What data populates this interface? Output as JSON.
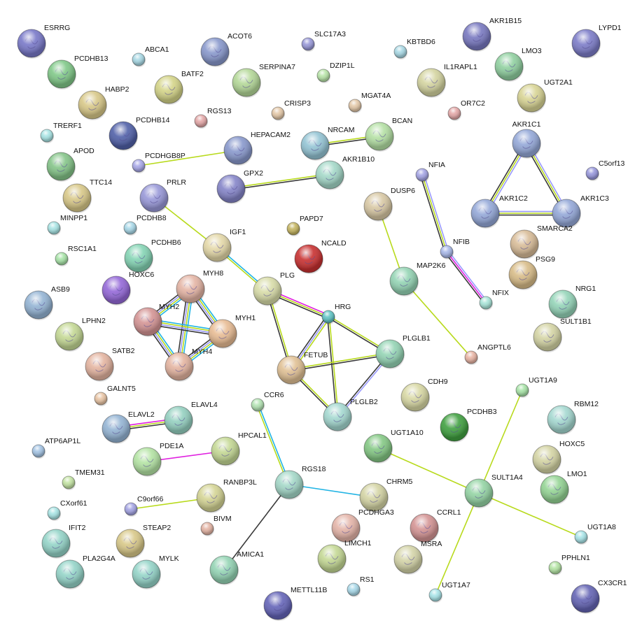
{
  "edge_colors": {
    "k": "#3a3a3a",
    "y": "#b8da1c",
    "c": "#22b4e4",
    "b": "#9a9aff",
    "m": "#e020e0"
  },
  "nodes": [
    {
      "name": "ESRRG",
      "color": "#7878c8"
    },
    {
      "name": "PCDHB13",
      "color": "#80c888"
    },
    {
      "name": "ABCA1",
      "color": "#a8d8e4"
    },
    {
      "name": "ACOT6",
      "color": "#8898cc"
    },
    {
      "name": "SLC17A3",
      "color": "#9898d8"
    },
    {
      "name": "KBTBD6",
      "color": "#a8d8e4"
    },
    {
      "name": "AKR1B15",
      "color": "#7878c0"
    },
    {
      "name": "LYPD1",
      "color": "#7c7cc8"
    },
    {
      "name": "BATF2",
      "color": "#d4d488"
    },
    {
      "name": "SERPINA7",
      "color": "#b4d898"
    },
    {
      "name": "DZIP1L",
      "color": "#b8e4a8"
    },
    {
      "name": "IL1RAPL1",
      "color": "#d4d4a0"
    },
    {
      "name": "LMO3",
      "color": "#90d0a0"
    },
    {
      "name": "UGT2A1",
      "color": "#d8d494"
    },
    {
      "name": "HABP2",
      "color": "#d8c888"
    },
    {
      "name": "RGS13",
      "color": "#e4a8a8"
    },
    {
      "name": "CRISP3",
      "color": "#e4c8a8"
    },
    {
      "name": "MGAT4A",
      "color": "#e4c8a8"
    },
    {
      "name": "OR7C2",
      "color": "#e4a8a8"
    },
    {
      "name": "TRERF1",
      "color": "#a8e4e4"
    },
    {
      "name": "PCDHB14",
      "color": "#5060a8"
    },
    {
      "name": "HEPACAM2",
      "color": "#8898cc"
    },
    {
      "name": "NRCAM",
      "color": "#94c4d4"
    },
    {
      "name": "BCAN",
      "color": "#b4e0a4"
    },
    {
      "name": "AKR1C1",
      "color": "#94a8d8"
    },
    {
      "name": "C5orf13",
      "color": "#9898dc"
    },
    {
      "name": "APOD",
      "color": "#84c488"
    },
    {
      "name": "PCDHGB8P",
      "color": "#a8a8e8"
    },
    {
      "name": "GPX2",
      "color": "#8484c8"
    },
    {
      "name": "AKR1B10",
      "color": "#a4d8c8"
    },
    {
      "name": "NFIA",
      "color": "#a4a4e4"
    },
    {
      "name": "TTC14",
      "color": "#d8c888"
    },
    {
      "name": "PRLR",
      "color": "#9898d8"
    },
    {
      "name": "DUSP6",
      "color": "#d8c8a4"
    },
    {
      "name": "AKR1C2",
      "color": "#94a8d8"
    },
    {
      "name": "AKR1C3",
      "color": "#94a8d8"
    },
    {
      "name": "MINPP1",
      "color": "#a8e4e4"
    },
    {
      "name": "PCDHB8",
      "color": "#a8d8e8"
    },
    {
      "name": "PAPD7",
      "color": "#c4b460"
    },
    {
      "name": "SMARCA2",
      "color": "#d8bc98"
    },
    {
      "name": "IGF1",
      "color": "#e4d8a8"
    },
    {
      "name": "NCALD",
      "color": "#c83030"
    },
    {
      "name": "NFIB",
      "color": "#a8b8e8"
    },
    {
      "name": "RSC1A1",
      "color": "#a8e4a8"
    },
    {
      "name": "PCDHB6",
      "color": "#84d4b4"
    },
    {
      "name": "PSG9",
      "color": "#d8bc88"
    },
    {
      "name": "MYH8",
      "color": "#e4b4a4"
    },
    {
      "name": "MAP2K6",
      "color": "#94d4b4"
    },
    {
      "name": "HOXC6",
      "color": "#9468d8"
    },
    {
      "name": "ASB9",
      "color": "#94b4d4"
    },
    {
      "name": "PLG",
      "color": "#d8dca8"
    },
    {
      "name": "NRG1",
      "color": "#94d4b8"
    },
    {
      "name": "NFIX",
      "color": "#a8e4d8"
    },
    {
      "name": "HRG",
      "color": "#60c4c4"
    },
    {
      "name": "MYH2",
      "color": "#d49494"
    },
    {
      "name": "MYH1",
      "color": "#e8bc94"
    },
    {
      "name": "LPHN2",
      "color": "#c4d894"
    },
    {
      "name": "SULT1B1",
      "color": "#d4d4a4"
    },
    {
      "name": "PLGLB1",
      "color": "#94d4b4"
    },
    {
      "name": "ANGPTL6",
      "color": "#e8b4a4"
    },
    {
      "name": "MYH4",
      "color": "#e4b4a0"
    },
    {
      "name": "SATB2",
      "color": "#e4b4a0"
    },
    {
      "name": "FETUB",
      "color": "#e0c094"
    },
    {
      "name": "GALNT5",
      "color": "#e8c4a4"
    },
    {
      "name": "CDH9",
      "color": "#d8d8a4"
    },
    {
      "name": "UGT1A9",
      "color": "#a8e4a8"
    },
    {
      "name": "CCR6",
      "color": "#b4e4b4"
    },
    {
      "name": "PLGLB2",
      "color": "#a4d8d0"
    },
    {
      "name": "ELAVL2",
      "color": "#94b4d4"
    },
    {
      "name": "ELAVL4",
      "color": "#94d0c0"
    },
    {
      "name": "RBM12",
      "color": "#a4d8d0"
    },
    {
      "name": "PCDHB3",
      "color": "#40a040"
    },
    {
      "name": "ATP6AP1L",
      "color": "#a4c4e4"
    },
    {
      "name": "UGT1A10",
      "color": "#84c884"
    },
    {
      "name": "HPCAL1",
      "color": "#c4d894"
    },
    {
      "name": "PDE1A",
      "color": "#b4e4a4"
    },
    {
      "name": "HOXC5",
      "color": "#d4d4a4"
    },
    {
      "name": "TMEM31",
      "color": "#c4e4a4"
    },
    {
      "name": "RGS18",
      "color": "#a4d8c8"
    },
    {
      "name": "SULT1A4",
      "color": "#94d4a4"
    },
    {
      "name": "LMO1",
      "color": "#94d494"
    },
    {
      "name": "RANBP3L",
      "color": "#d4d494"
    },
    {
      "name": "CHRM5",
      "color": "#d4d4a4"
    },
    {
      "name": "CXorf61",
      "color": "#a8e4e4"
    },
    {
      "name": "C9orf66",
      "color": "#a4a4e4"
    },
    {
      "name": "BIVM",
      "color": "#e4b4a4"
    },
    {
      "name": "PCDHGA3",
      "color": "#e4b4a8"
    },
    {
      "name": "CCRL1",
      "color": "#d49494"
    },
    {
      "name": "UGT1A8",
      "color": "#a8e4e8"
    },
    {
      "name": "IFIT2",
      "color": "#94d4c8"
    },
    {
      "name": "STEAP2",
      "color": "#d8c888"
    },
    {
      "name": "LIMCH1",
      "color": "#c4d894"
    },
    {
      "name": "MSRA",
      "color": "#d4d4a8"
    },
    {
      "name": "AMICA1",
      "color": "#94d4b4"
    },
    {
      "name": "PPHLN1",
      "color": "#b4e4a4"
    },
    {
      "name": "PLA2G4A",
      "color": "#94d4c8"
    },
    {
      "name": "MYLK",
      "color": "#94d4c8"
    },
    {
      "name": "RS1",
      "color": "#a8d8e8"
    },
    {
      "name": "UGT1A7",
      "color": "#a8e4e8"
    },
    {
      "name": "METTL11B",
      "color": "#6464b8"
    },
    {
      "name": "CX3CR1",
      "color": "#6464b4"
    }
  ],
  "edges": [
    {
      "from": "PCDHGB8P",
      "to": "HEPACAM2",
      "colors": [
        "y"
      ]
    },
    {
      "from": "GPX2",
      "to": "AKR1B10",
      "colors": [
        "y",
        "k"
      ]
    },
    {
      "from": "NRCAM",
      "to": "BCAN",
      "colors": [
        "y",
        "k"
      ]
    },
    {
      "from": "NFIA",
      "to": "NFIB",
      "colors": [
        "b",
        "y",
        "k"
      ]
    },
    {
      "from": "NFIB",
      "to": "NFIX",
      "colors": [
        "b",
        "m",
        "k"
      ]
    },
    {
      "from": "AKR1C1",
      "to": "AKR1C2",
      "colors": [
        "b",
        "y",
        "k"
      ]
    },
    {
      "from": "AKR1C1",
      "to": "AKR1C3",
      "colors": [
        "b",
        "y",
        "k"
      ]
    },
    {
      "from": "AKR1C2",
      "to": "AKR1C3",
      "colors": [
        "b",
        "y",
        "k"
      ]
    },
    {
      "from": "DUSP6",
      "to": "MAP2K6",
      "colors": [
        "y"
      ]
    },
    {
      "from": "MAP2K6",
      "to": "ANGPTL6",
      "colors": [
        "y"
      ]
    },
    {
      "from": "PRLR",
      "to": "IGF1",
      "colors": [
        "y"
      ]
    },
    {
      "from": "IGF1",
      "to": "PLG",
      "colors": [
        "c",
        "y"
      ]
    },
    {
      "from": "PLG",
      "to": "HRG",
      "colors": [
        "m",
        "y",
        "k"
      ]
    },
    {
      "from": "PLG",
      "to": "FETUB",
      "colors": [
        "y",
        "k"
      ]
    },
    {
      "from": "HRG",
      "to": "FETUB",
      "colors": [
        "y",
        "b",
        "k"
      ]
    },
    {
      "from": "HRG",
      "to": "PLGLB1",
      "colors": [
        "y",
        "k"
      ]
    },
    {
      "from": "HRG",
      "to": "PLGLB2",
      "colors": [
        "y",
        "k"
      ]
    },
    {
      "from": "FETUB",
      "to": "PLGLB1",
      "colors": [
        "y",
        "k"
      ]
    },
    {
      "from": "FETUB",
      "to": "PLGLB2",
      "colors": [
        "y",
        "k"
      ]
    },
    {
      "from": "PLGLB1",
      "to": "PLGLB2",
      "colors": [
        "b",
        "k"
      ]
    },
    {
      "from": "MYH8",
      "to": "MYH2",
      "colors": [
        "c",
        "y",
        "b",
        "k"
      ]
    },
    {
      "from": "MYH8",
      "to": "MYH1",
      "colors": [
        "c",
        "y",
        "b",
        "k"
      ]
    },
    {
      "from": "MYH8",
      "to": "MYH4",
      "colors": [
        "c",
        "y",
        "b",
        "k"
      ]
    },
    {
      "from": "MYH2",
      "to": "MYH1",
      "colors": [
        "c",
        "y",
        "b",
        "k"
      ]
    },
    {
      "from": "MYH2",
      "to": "MYH4",
      "colors": [
        "c",
        "y",
        "b",
        "k"
      ]
    },
    {
      "from": "MYH1",
      "to": "MYH4",
      "colors": [
        "c",
        "y",
        "b",
        "k"
      ]
    },
    {
      "from": "ELAVL2",
      "to": "ELAVL4",
      "colors": [
        "m",
        "y",
        "k"
      ]
    },
    {
      "from": "PDE1A",
      "to": "HPCAL1",
      "colors": [
        "m"
      ]
    },
    {
      "from": "C9orf66",
      "to": "RANBP3L",
      "colors": [
        "y"
      ]
    },
    {
      "from": "CCR6",
      "to": "RGS18",
      "colors": [
        "c",
        "y"
      ]
    },
    {
      "from": "RGS18",
      "to": "CHRM5",
      "colors": [
        "c"
      ]
    },
    {
      "from": "RGS18",
      "to": "AMICA1",
      "colors": [
        "k"
      ]
    },
    {
      "from": "UGT1A10",
      "to": "SULT1A4",
      "colors": [
        "y"
      ]
    },
    {
      "from": "UGT1A9",
      "to": "SULT1A4",
      "colors": [
        "y"
      ]
    },
    {
      "from": "SULT1A4",
      "to": "UGT1A8",
      "colors": [
        "y"
      ]
    },
    {
      "from": "SULT1A4",
      "to": "UGT1A7",
      "colors": [
        "y"
      ]
    }
  ]
}
